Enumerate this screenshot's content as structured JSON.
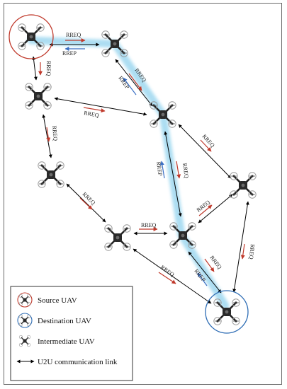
{
  "labels": {
    "rreq": "RREQ",
    "rrep": "RREP"
  },
  "legend": {
    "source": "Source UAV",
    "destination": "Destination UAV",
    "intermediate": "Intermediate UAV",
    "link": "U2U communication link"
  },
  "colors": {
    "source_ring": "#c0392b",
    "destination_ring": "#2e6db5",
    "route_glow": "#9fd8f0",
    "rreq_arrow": "#c0392b",
    "rrep_arrow": "#3a6fc4",
    "link": "#000000"
  }
}
